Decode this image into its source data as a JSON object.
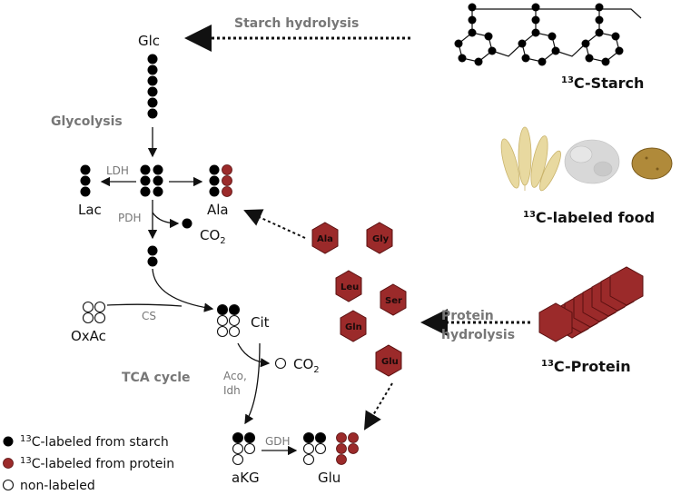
{
  "colors": {
    "starch": "#000000",
    "protein": "#9b2a2a",
    "unlabeled": "#ffffff",
    "process_text": "#777777",
    "wheat": "#e8d9a0",
    "potato": "#b08a3a"
  },
  "sources": {
    "starch_title": "C-Starch",
    "food_title": "C-labeled food",
    "protein_title": "C-Protein",
    "isotope_sup": "13"
  },
  "processes": {
    "starch_hydrolysis": "Starch hydrolysis",
    "glycolysis": "Glycolysis",
    "protein_hydrolysis_1": "Protein",
    "protein_hydrolysis_2": "hydrolysis",
    "tca_cycle": "TCA cycle"
  },
  "metabolites": {
    "glc": "Glc",
    "lac": "Lac",
    "ala": "Ala",
    "co2_1": "CO",
    "co2_2": "CO",
    "oxac": "OxAc",
    "cit": "Cit",
    "akg": "aKG",
    "glu": "Glu",
    "co2_sub": "2"
  },
  "enzymes": {
    "ldh": "LDH",
    "pdh": "PDH",
    "cs": "CS",
    "aco_1": "Aco,",
    "aco_2": "Idh",
    "gdh": "GDH"
  },
  "amino_acids": [
    "Ala",
    "Gly",
    "Leu",
    "Ser",
    "Gln",
    "Glu"
  ],
  "legend": {
    "starch": "C-labeled from starch",
    "protein": "C-labeled from protein",
    "none": "non-labeled",
    "sup": "13"
  }
}
